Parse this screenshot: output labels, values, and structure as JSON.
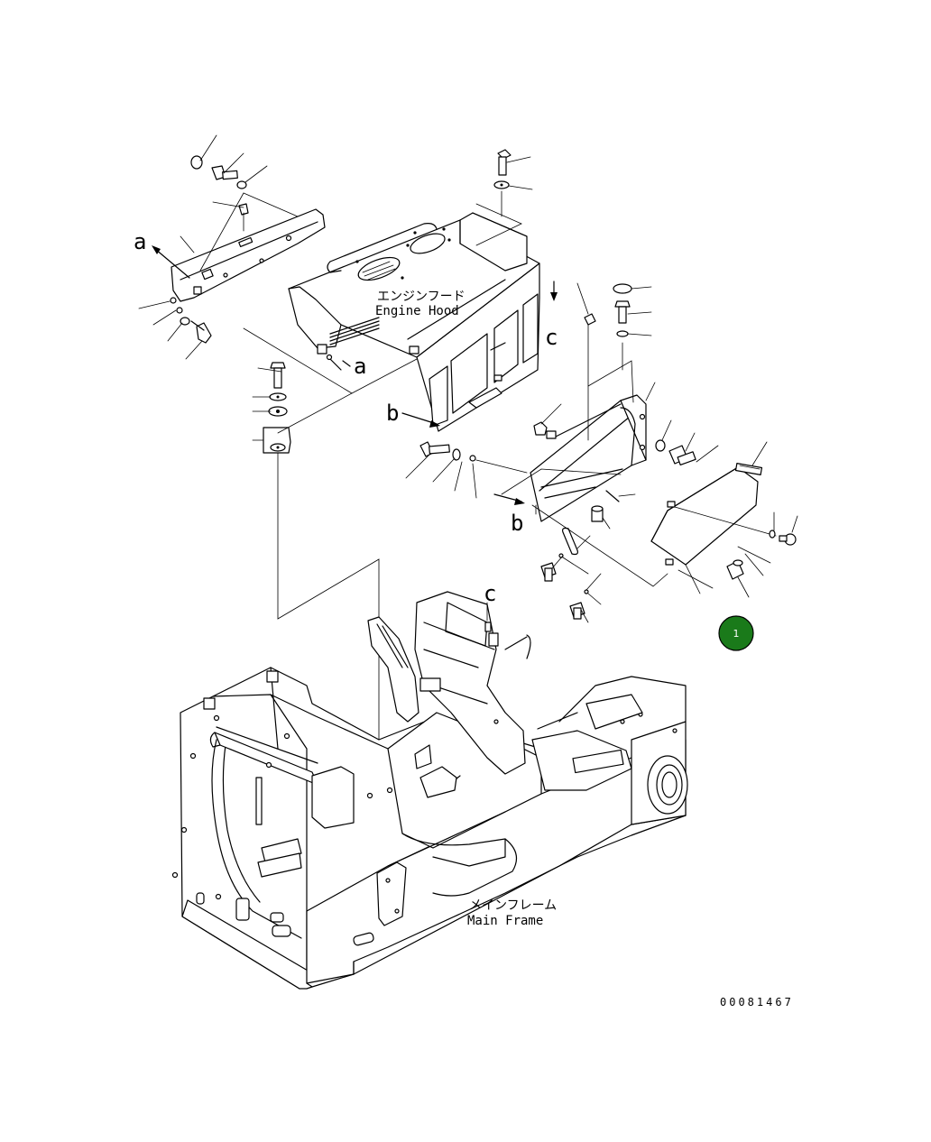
{
  "labels": {
    "engine_hood_jp": "エンジンフード",
    "engine_hood_en": "Engine Hood",
    "main_frame_jp": "メインフレーム",
    "main_frame_en": "Main Frame",
    "ref_a1": "a",
    "ref_a2": "a",
    "ref_b1": "b",
    "ref_b2": "b",
    "ref_c1": "c",
    "ref_c2": "c",
    "drawing_number": "00081467"
  },
  "callout": {
    "number": "1",
    "color": "#1a7a1a"
  }
}
